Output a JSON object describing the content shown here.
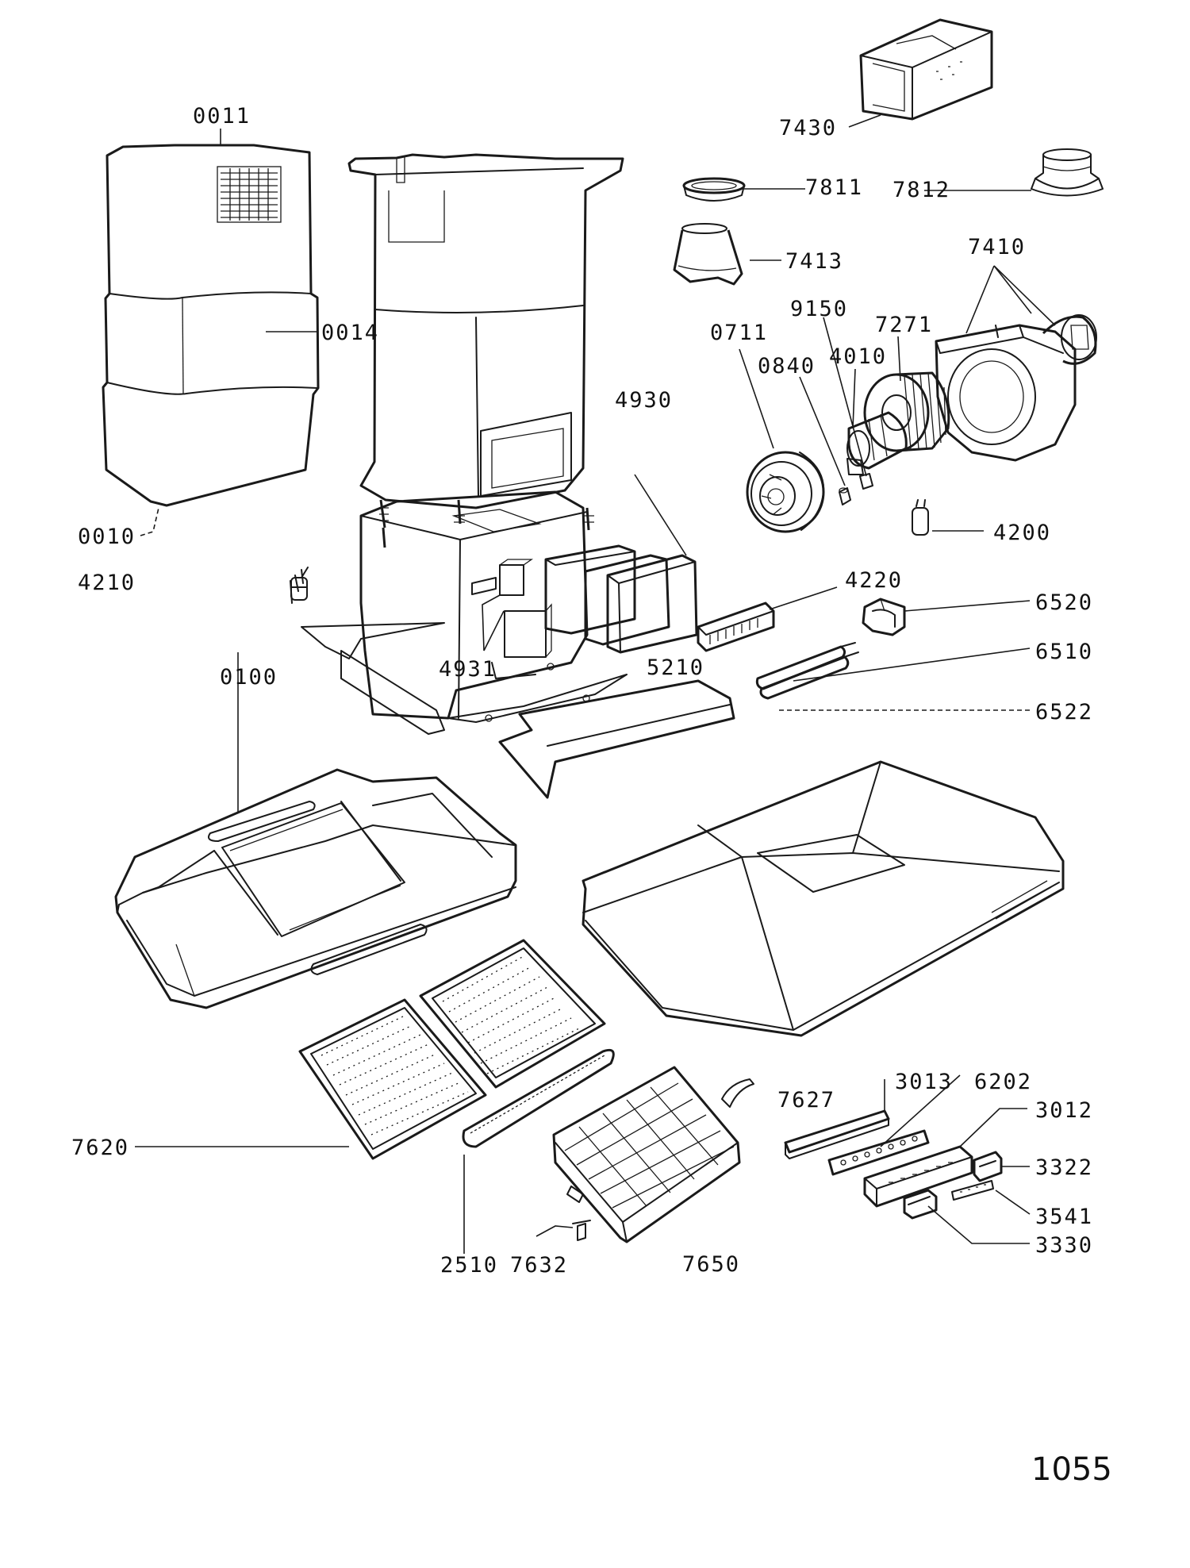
{
  "diagram": {
    "page_number": "1055",
    "part_labels": {
      "p0011": "0011",
      "p0014": "0014",
      "p0010": "0010",
      "p4210": "4210",
      "p0100": "0100",
      "p7620": "7620",
      "p2510": "2510",
      "p7632": "7632",
      "p7650": "7650",
      "p4930": "4930",
      "p4931": "4931",
      "p5210": "5210",
      "p7430": "7430",
      "p7811": "7811",
      "p7812": "7812",
      "p7413": "7413",
      "p7410": "7410",
      "p9150": "9150",
      "p7271": "7271",
      "p0711": "0711",
      "p0840": "0840",
      "p4010": "4010",
      "p4200": "4200",
      "p4220": "4220",
      "p6520": "6520",
      "p6510": "6510",
      "p6522": "6522",
      "p7627": "7627",
      "p3013": "3013",
      "p6202": "6202",
      "p3012": "3012",
      "p3322": "3322",
      "p3541": "3541",
      "p3330": "3330"
    }
  }
}
